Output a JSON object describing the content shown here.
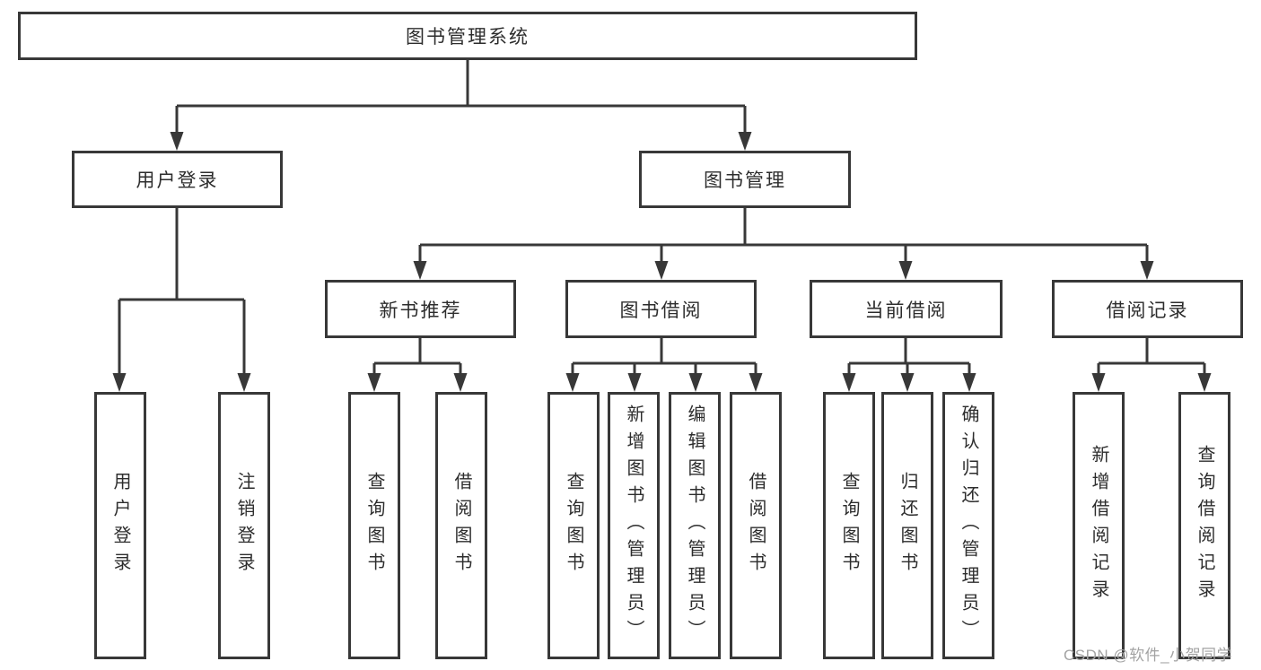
{
  "diagram": {
    "title": "图书管理系统",
    "root": {
      "label": "图书管理系统"
    },
    "level2": [
      {
        "label": "用户登录"
      },
      {
        "label": "图书管理"
      }
    ],
    "level3": [
      {
        "label": "新书推荐"
      },
      {
        "label": "图书借阅"
      },
      {
        "label": "当前借阅"
      },
      {
        "label": "借阅记录"
      }
    ],
    "leaves": [
      {
        "label": "用户登录",
        "parent": "用户登录"
      },
      {
        "label": "注销登录",
        "parent": "用户登录"
      },
      {
        "label": "查询图书",
        "parent": "新书推荐"
      },
      {
        "label": "借阅图书",
        "parent": "新书推荐"
      },
      {
        "label": "查询图书",
        "parent": "图书借阅"
      },
      {
        "label": "新增图书（管理员）",
        "parent": "图书借阅"
      },
      {
        "label": "编辑图书（管理员）",
        "parent": "图书借阅"
      },
      {
        "label": "借阅图书",
        "parent": "图书借阅"
      },
      {
        "label": "查询图书",
        "parent": "当前借阅"
      },
      {
        "label": "归还图书",
        "parent": "当前借阅"
      },
      {
        "label": "确认归还（管理员）",
        "parent": "当前借阅"
      },
      {
        "label": "新增借阅记录",
        "parent": "借阅记录"
      },
      {
        "label": "查询借阅记录",
        "parent": "借阅记录"
      }
    ]
  },
  "watermark": {
    "text": "CSDN @软件_小贺同学"
  },
  "colors": {
    "line": "#383838",
    "text": "#2d2d2d",
    "watermark": "#a3a3a3",
    "background": "#ffffff"
  }
}
